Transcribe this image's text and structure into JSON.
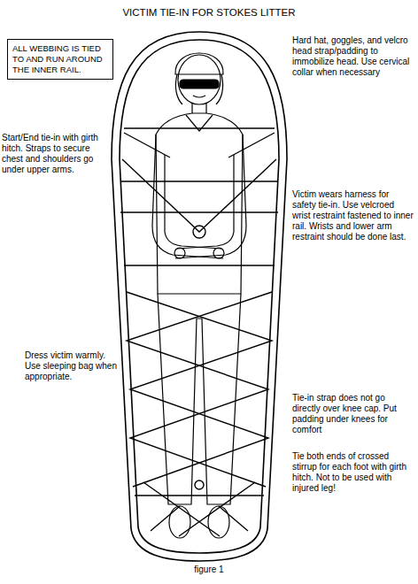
{
  "diagram": {
    "title": "VICTIM TIE-IN FOR STOKES LITTER",
    "caption": "figure 1",
    "nodes": [
      {
        "text": [
          "ALL WEBBING IS TIED TO AND RUN AROUND THE INNER RAIL."
        ]
      }
    ],
    "labels": [
      "Hard hat, goggles, and velcro head strap/padding to immobilize head. Use cervical collar when necessary",
      "Start/End tie-in with girth hitch. Straps to secure chest and shoulders go under upper arms.",
      "Victim wears harness for safety tie-in. Use velcroed wrist restraint fastened to inner rail. Wrists and lower arm restraint should be done last.",
      "Dress victim warmly. Use sleeping bag when appropriate.",
      "Tie-in strap does not go directly over knee cap. Put padding under knees for comfort",
      "Tie both ends of crossed stirrup for each foot with girth hitch. Not to be used with injured leg!"
    ]
  }
}
